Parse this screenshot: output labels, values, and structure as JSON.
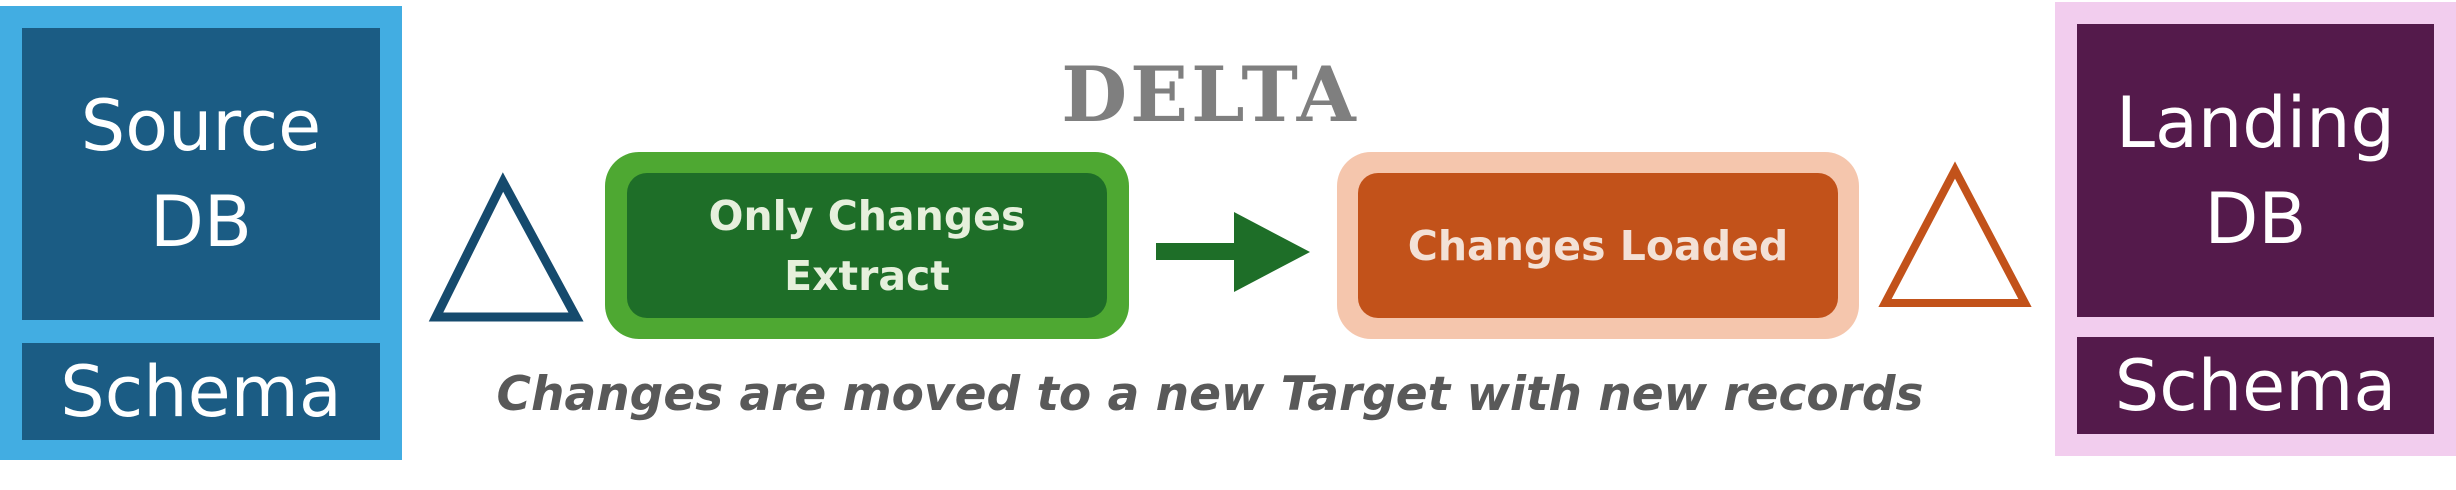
{
  "title": "DELTA",
  "source": {
    "db_label": "Source\nDB",
    "schema_label": "Schema"
  },
  "landing": {
    "db_label": "Landing\nDB",
    "schema_label": "Schema"
  },
  "steps": {
    "extract_label": "Only Changes\nExtract",
    "loaded_label": "Changes Loaded"
  },
  "caption": "Changes are moved to a new Target with new records",
  "icons": {
    "left_delta": "delta-triangle-icon",
    "right_delta": "delta-triangle-icon",
    "flow_arrow": "arrow-right-icon"
  },
  "colors": {
    "source_border": "#42ade2",
    "source_fill": "#1b5c84",
    "landing_border": "#f2cdee",
    "landing_fill": "#541a4b",
    "extract_border": "#4ea832",
    "extract_fill": "#1e6e28",
    "loaded_border": "#f5c6ad",
    "loaded_fill": "#c2521a",
    "left_delta": "#154a6d",
    "right_delta": "#c2521a",
    "arrow": "#1e6e28",
    "title": "#7f7f7f",
    "caption": "#595959"
  }
}
